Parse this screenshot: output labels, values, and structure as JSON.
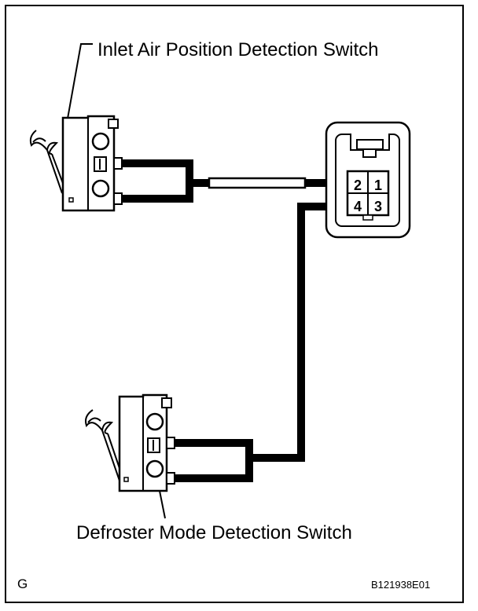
{
  "labels": {
    "inlet_switch": "Inlet Air Position Detection Switch",
    "defroster_switch": "Defroster Mode Detection Switch",
    "corner_mark": "G",
    "figure_code": "B121938E01"
  },
  "connector": {
    "pins": [
      "2",
      "1",
      "4",
      "3"
    ]
  },
  "colors": {
    "line": "#000000",
    "background": "#ffffff"
  }
}
